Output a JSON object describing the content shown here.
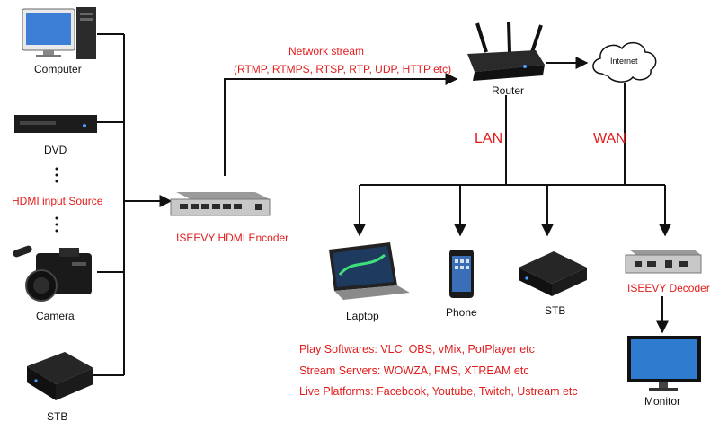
{
  "sources": {
    "computer": "Computer",
    "dvd": "DVD",
    "hdmi_input": "HDMI input Source",
    "camera": "Camera",
    "stb": "STB"
  },
  "encoder": {
    "label": "ISEEVY HDMI Encoder"
  },
  "stream": {
    "title": "Network stream",
    "protocols": "(RTMP, RTMPS, RTSP, RTP, UDP, HTTP etc)"
  },
  "router": {
    "label": "Router"
  },
  "internet": {
    "label": "Internet"
  },
  "links": {
    "lan": "LAN",
    "wan": "WAN"
  },
  "clients": {
    "laptop": "Laptop",
    "phone": "Phone",
    "stb": "STB",
    "decoder": "ISEEVY Decoder",
    "monitor": "Monitor"
  },
  "notes": [
    "Play Softwares: VLC, OBS, vMix, PotPlayer etc",
    "Stream Servers: WOWZA, FMS, XTREAM etc",
    "Live Platforms: Facebook, Youtube, Twitch, Ustream etc"
  ],
  "colors": {
    "accent_red": "#e31b1b",
    "line": "#111111"
  }
}
